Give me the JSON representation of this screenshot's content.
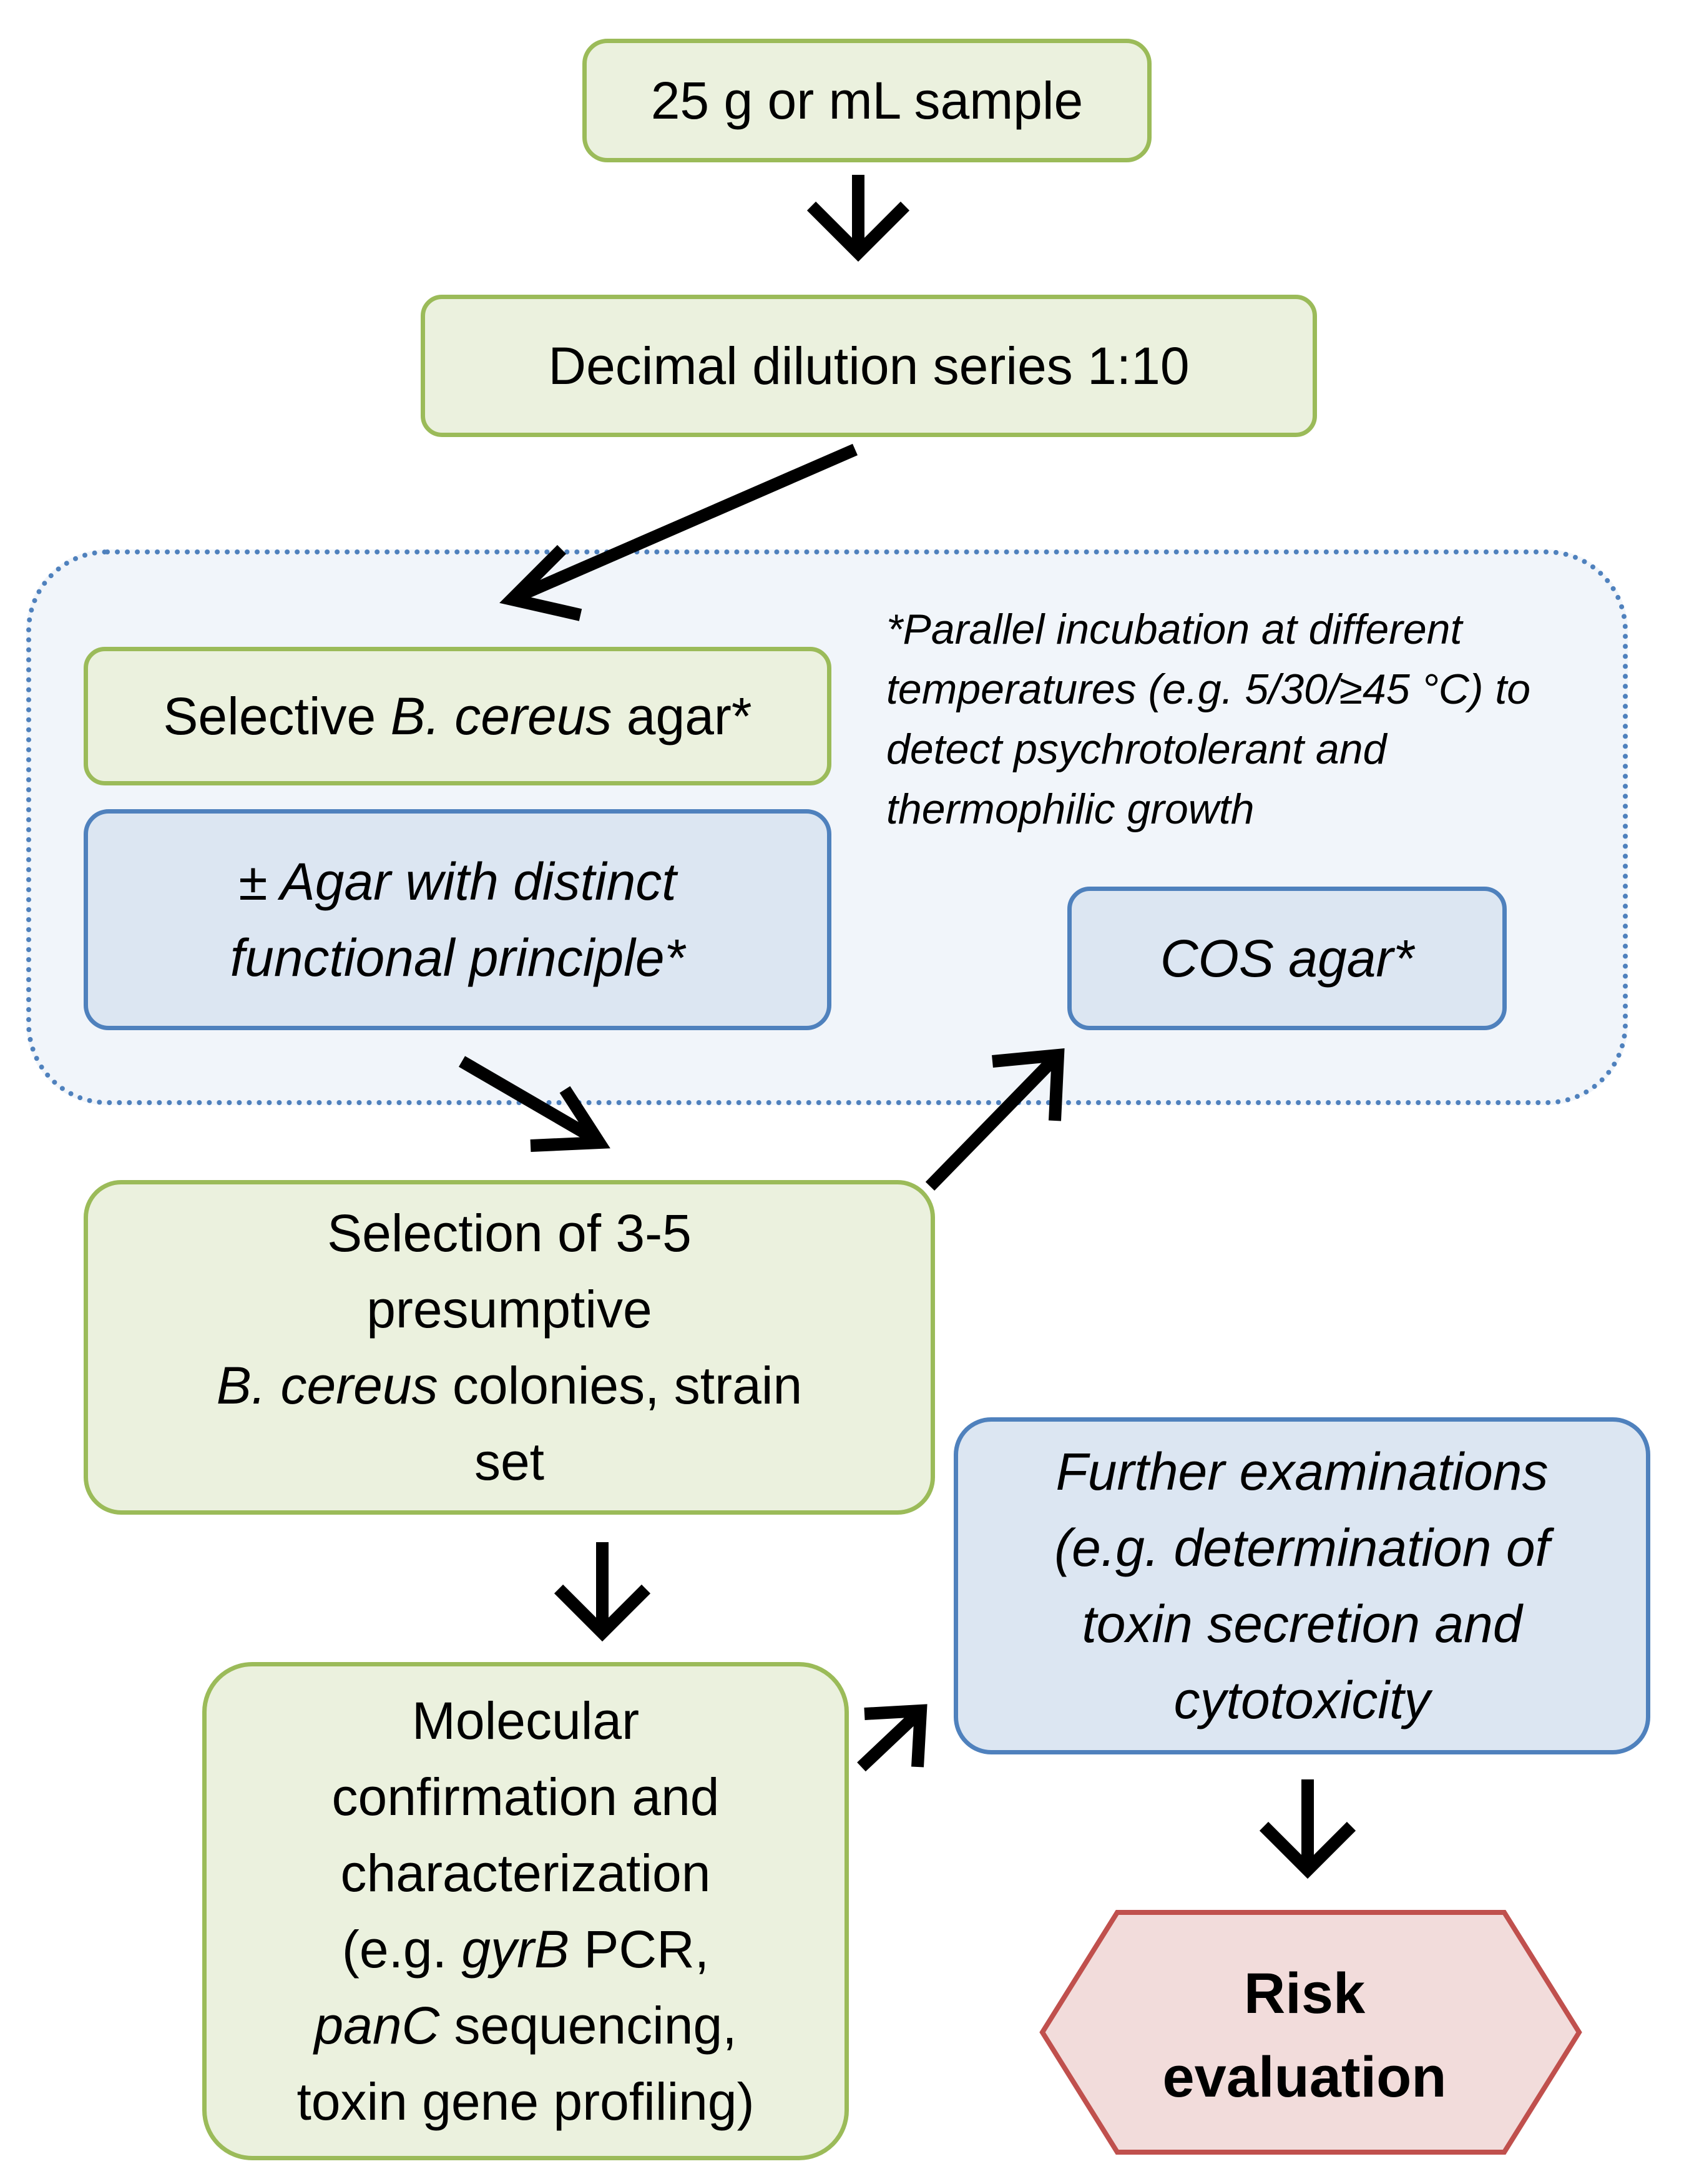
{
  "nodes": {
    "sample": "25 g or mL sample",
    "dilution": "Decimal dilution series 1:10",
    "selective_pre": "Selective ",
    "selective_it": "B. cereus",
    "selective_post": " agar*",
    "distinct_line1": "± Agar with distinct",
    "distinct_line2": "functional principle*",
    "note_lines": [
      "*Parallel incubation at different",
      "temperatures (e.g. 5/30/≥45 °C) to",
      "detect psychrotolerant and",
      "thermophilic growth"
    ],
    "cos": "COS agar*",
    "selection_line1": "Selection of 3-5",
    "selection_line2": "presumptive",
    "selection_it": "B. cereus",
    "selection_line3_rest": " colonies, strain",
    "selection_line4": "set",
    "molecular_line1": "Molecular",
    "molecular_line2": "confirmation and",
    "molecular_line3": "characterization",
    "molecular_line4_pre": "(e.g. ",
    "molecular_line4_it": "gyrB",
    "molecular_line4_post": " PCR,",
    "molecular_line5_it": "panC",
    "molecular_line5_post": " sequencing,",
    "molecular_line6": "toxin gene profiling)",
    "further_lines": [
      "Further examinations",
      "(e.g. determination of",
      "toxin secretion and",
      "cytotoxicity"
    ],
    "risk_line1": "Risk",
    "risk_line2": "evaluation"
  },
  "colors": {
    "green_fill": "#ebf1de",
    "green_border": "#9bbb59",
    "blue_fill": "#dce6f2",
    "blue_border": "#4f81bd",
    "risk_fill": "#f2dcdb",
    "risk_border": "#c0504d",
    "arrow": "#000000"
  }
}
